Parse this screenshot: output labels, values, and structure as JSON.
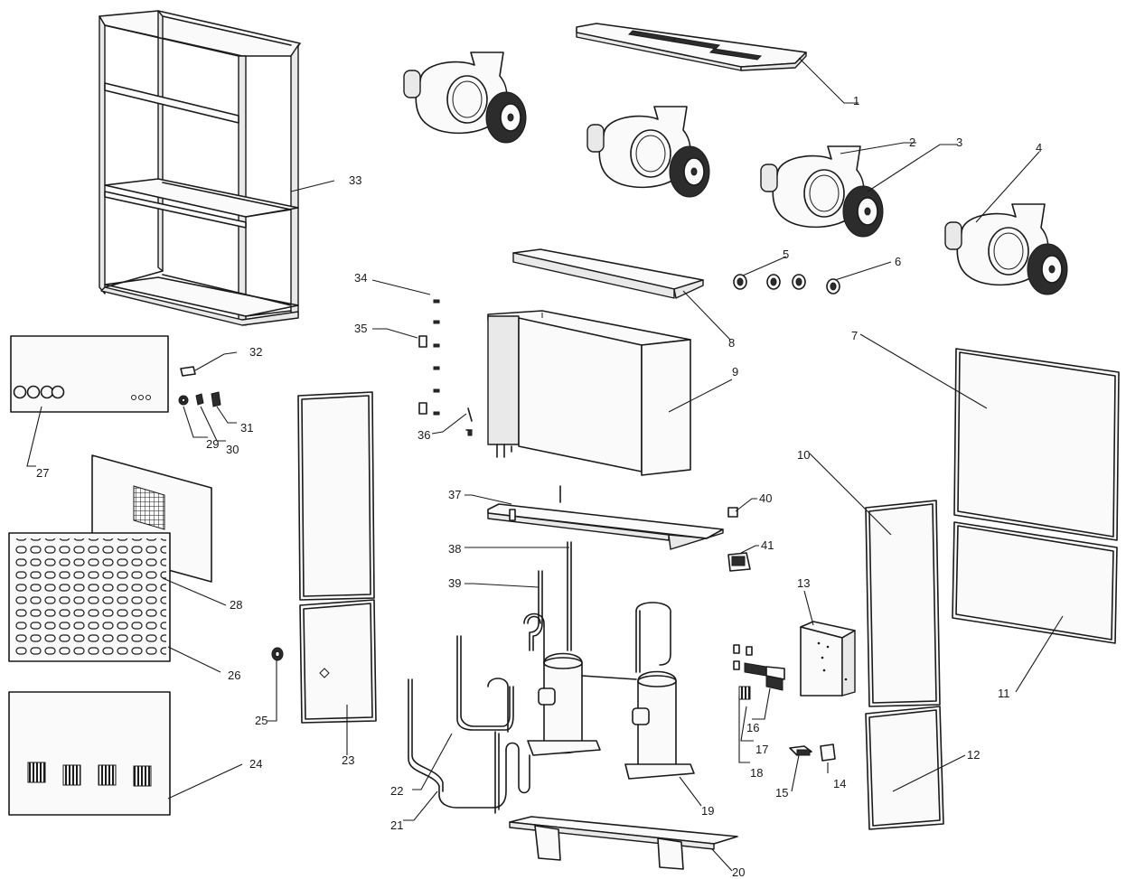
{
  "labels": [
    "1",
    "2",
    "3",
    "4",
    "5",
    "6",
    "7",
    "8",
    "9",
    "10",
    "11",
    "12",
    "13",
    "14",
    "15",
    "16",
    "17",
    "18",
    "19",
    "20",
    "21",
    "22",
    "23",
    "24",
    "25",
    "26",
    "27",
    "28",
    "29",
    "30",
    "31",
    "32",
    "33",
    "34",
    "35",
    "36",
    "37",
    "38",
    "39",
    "40",
    "41"
  ]
}
